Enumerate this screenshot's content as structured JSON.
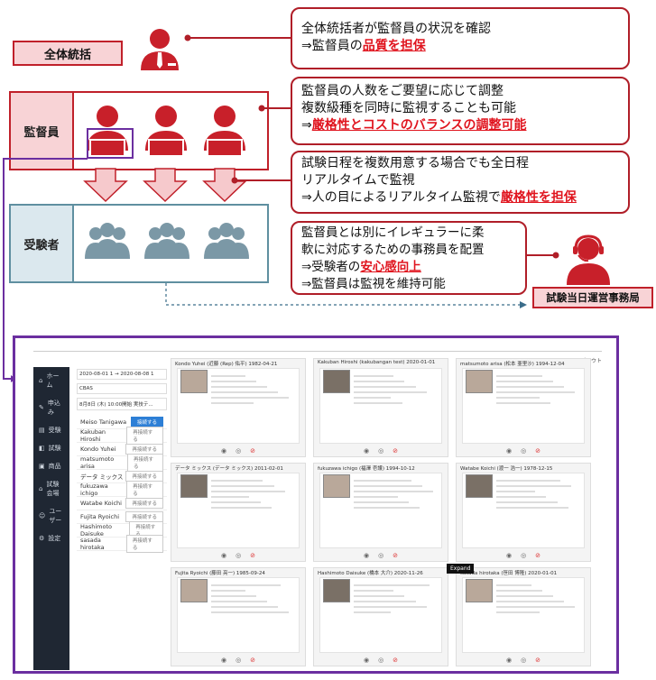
{
  "roles": {
    "overall_supervisor": "全体統括",
    "proctors": "監督員",
    "examinees": "受験者",
    "office": "試験当日運営事務局"
  },
  "callouts": {
    "c1": {
      "line1": "全体統括者が監督員の状況を確認",
      "line2_prefix": "⇒監督員の",
      "line2_hl": "品質を担保"
    },
    "c2": {
      "line1": "監督員の人数をご要望に応じて調整",
      "line2": "複数級種を同時に監視することも可能",
      "line3_prefix": "⇒",
      "line3_hl": "厳格性とコストのバランスの調整可能"
    },
    "c3": {
      "line1": "試験日程を複数用意する場合でも全日程",
      "line2": "リアルタイムで監視",
      "line3_prefix": "⇒人の目によるリアルタイム監視で",
      "line3_hl": "厳格性を担保"
    },
    "c4": {
      "line1": "監督員とは別にイレギュラーに柔",
      "line2": "軟に対応するための事務員を配置",
      "line3_prefix": "⇒受験者の",
      "line3_hl": "安心感向上",
      "line4": "⇒監督員は監視を維持可能"
    }
  },
  "screenshot": {
    "logout": "ログアウト",
    "sidebar": [
      "ホーム",
      "申込み",
      "受験",
      "試験",
      "商品",
      "試験会場",
      "ユーザー",
      "設定"
    ],
    "date_range": "2020-08-01 1 → 2020-08-08 1",
    "filter": "CBAS",
    "session": "8月8日 (木) 10:00開始 実技テ...",
    "list": [
      {
        "name": "Meiso Tanigawa",
        "btn": "接続する"
      },
      {
        "name": "Kakuban Hiroshi",
        "btn": "再接続する"
      },
      {
        "name": "Kondo Yuhei",
        "btn": "再接続する"
      },
      {
        "name": "matsumoto arisa",
        "btn": "再接続する"
      },
      {
        "name": "データ ミックス",
        "btn": "再接続する"
      },
      {
        "name": "fukuzawa ichigo",
        "btn": "再接続する"
      },
      {
        "name": "Watabe Koichi",
        "btn": "再接続する"
      },
      {
        "name": "Fujita Ryoichi",
        "btn": "再接続する"
      },
      {
        "name": "Hashimoto Daisuke",
        "btn": "再接続する"
      },
      {
        "name": "sasada hirotaka",
        "btn": "再接続する"
      }
    ],
    "tiles": [
      "Kondo Yuhei (近藤 (Rep) 佑平) 1982-04-21",
      "Kakuban Hiroshi (kakubangan test) 2020-01-01",
      "matsumoto arisa (松本 亜里沙) 1994-12-04",
      "データ ミックス (データ ミックス) 2011-02-01",
      "fukuzawa ichigo (福澤 壱護) 1994-10-12",
      "Watabe Koichi (渡一 浩一) 1978-12-15",
      "Fujita Ryoichi (藤田 亮一) 1985-09-24",
      "Hashimoto Daisuke (橋本 大介) 2020-11-26",
      "sasada hirotaka (笹田 博隆) 2020-01-01"
    ],
    "expand": "Expand"
  }
}
